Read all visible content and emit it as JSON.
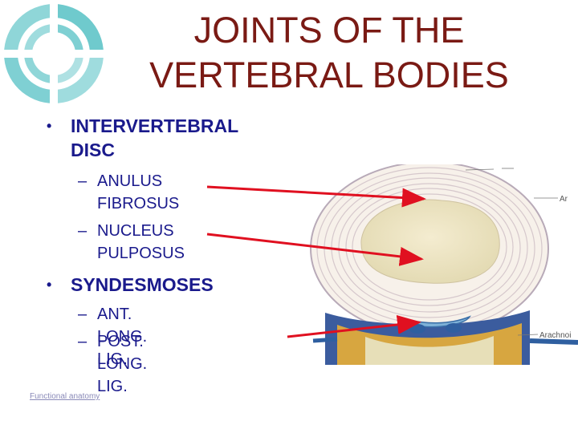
{
  "slide": {
    "title": "JOINTS OF THE VERTEBRAL BODIES",
    "bullets": [
      {
        "text": "INTERVERTEBRAL\nDISC",
        "subitems": [
          "ANULUS\nFIBROSUS",
          "NUCLEUS\nPULPOSUS"
        ]
      },
      {
        "text": "SYNDESMOSES",
        "subitems": [
          "ANT. LONG.  LIG.",
          "POST. LONG.  LIG."
        ]
      }
    ],
    "footer": "Functional anatomy"
  },
  "figure": {
    "label_top_right": "Ar",
    "label_bottom_right": "Arachnoi"
  },
  "colors": {
    "title": "#7a1a14",
    "text": "#1a1a8c",
    "arrow": "#e01020",
    "logo": "#5fc4c8"
  }
}
